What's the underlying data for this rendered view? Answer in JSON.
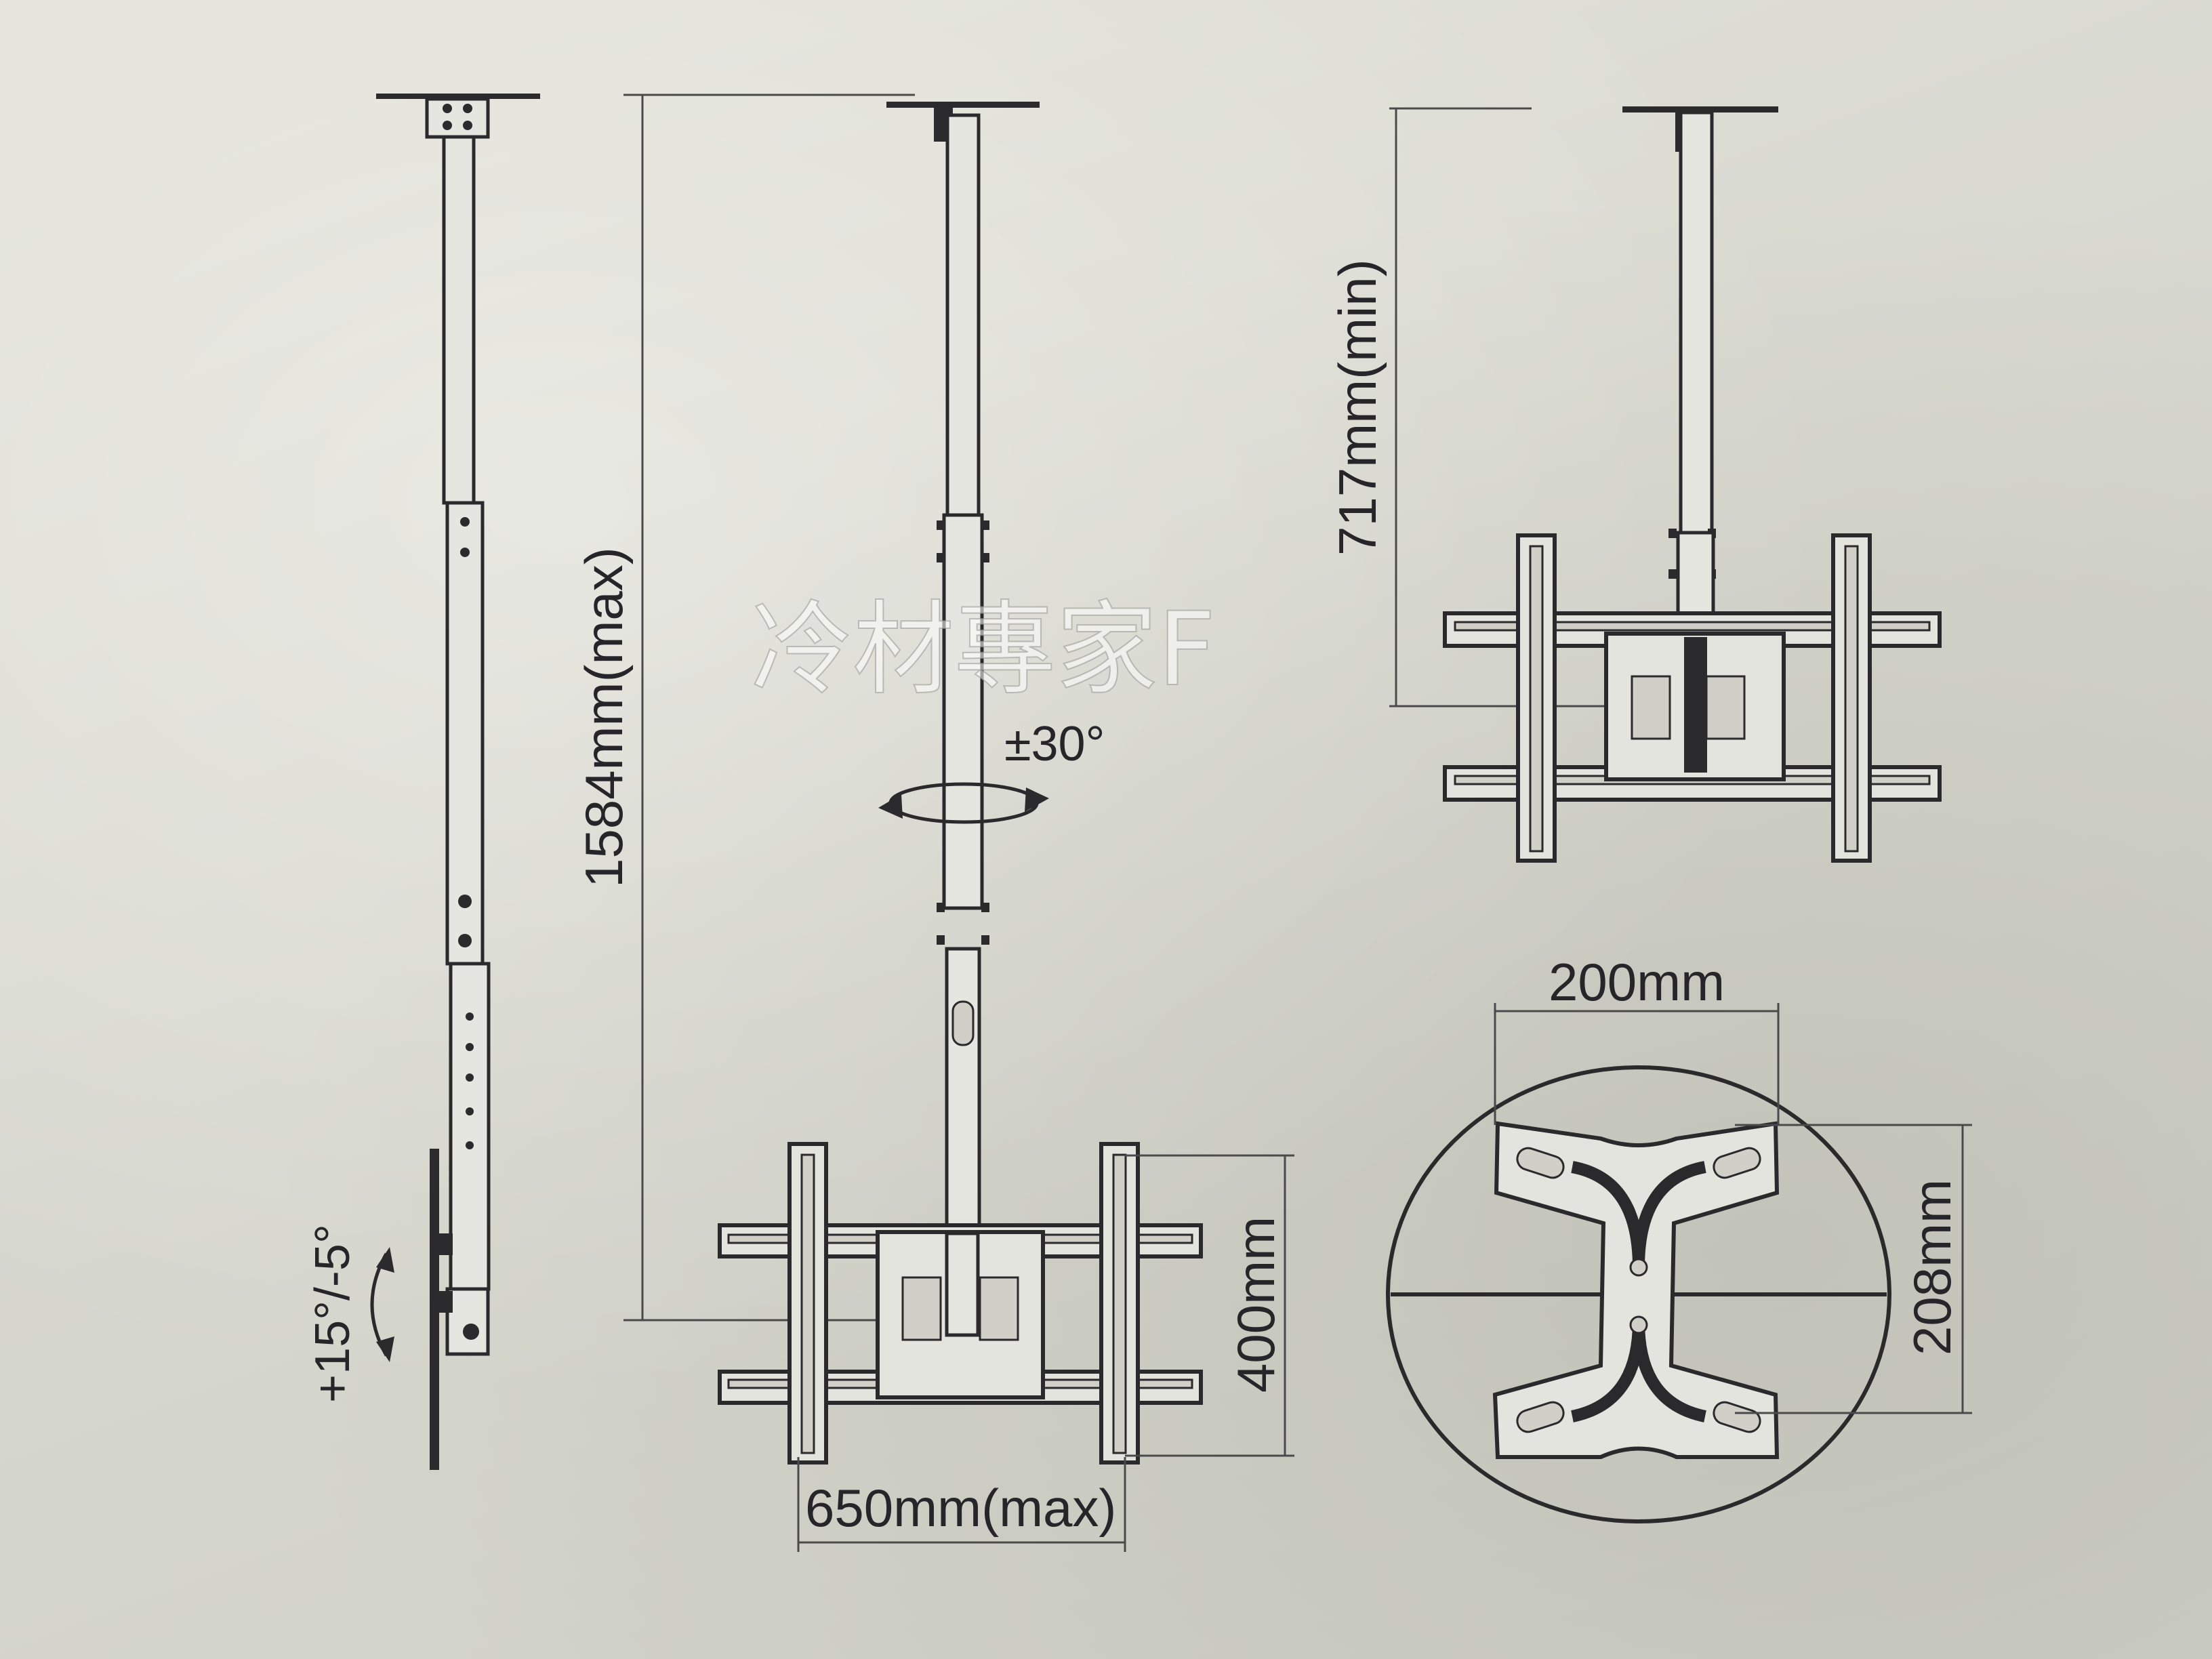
{
  "dimensions": {
    "height_max": "1584mm(max)",
    "height_min": "717mm(min)",
    "width_max": "650mm(max)",
    "bracket_height": "400mm",
    "plate_width": "200mm",
    "plate_height": "208mm"
  },
  "angles": {
    "swivel": "±30°",
    "tilt": "+15°/-5°"
  },
  "watermark": "冷材專家F"
}
